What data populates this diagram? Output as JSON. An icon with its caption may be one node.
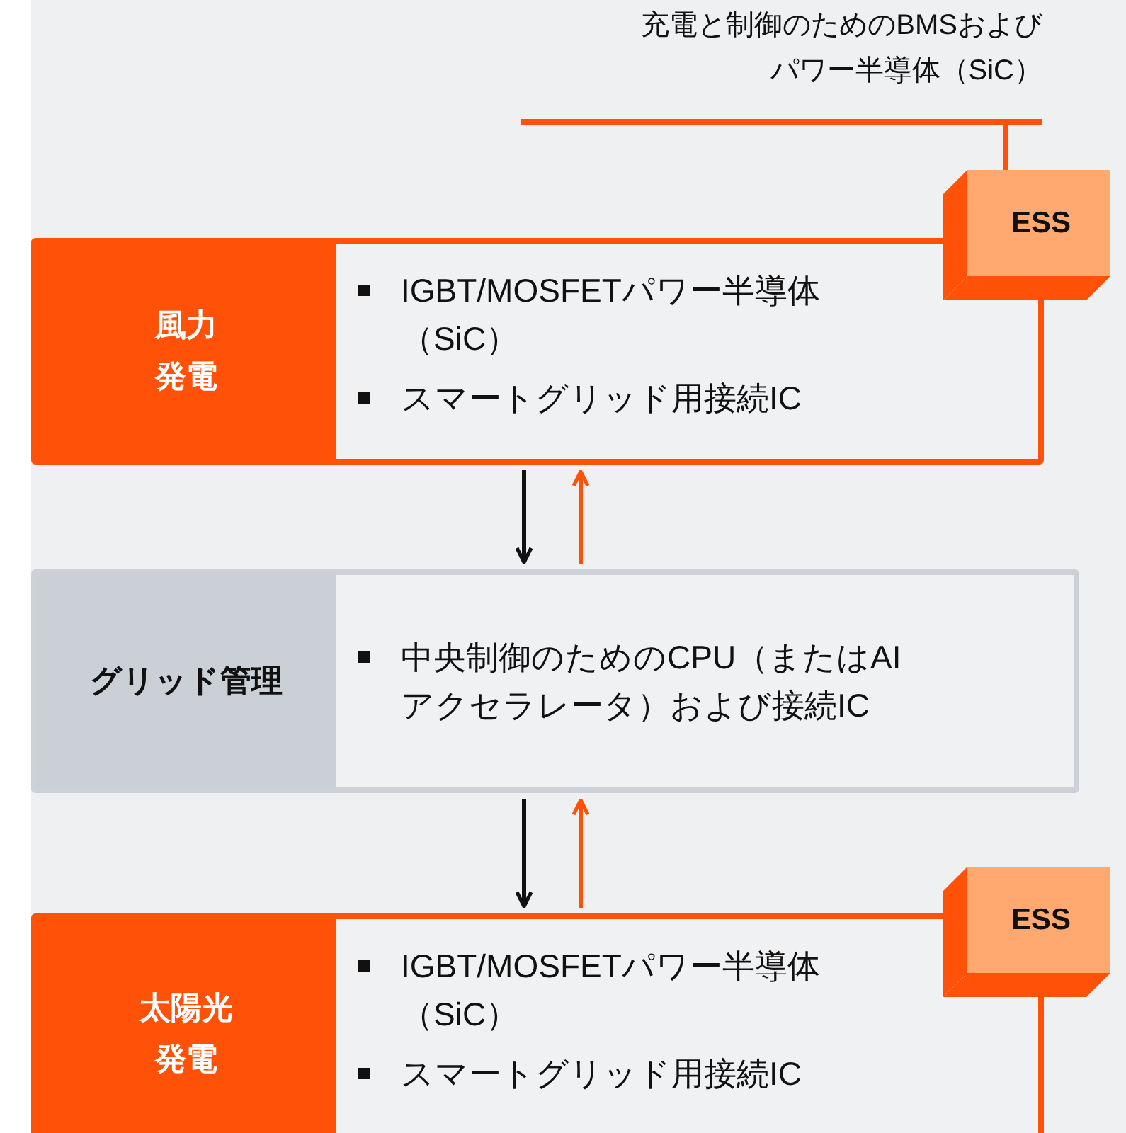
{
  "diagram": {
    "nodes": [
      {
        "text": [
          "充電と制御のためのBMSおよびパワー半導体（SiC）"
        ]
      },
      {
        "text": [
          "風力発電",
          "IGBT/MOSFETパワー半導体（SiC）",
          "スマートグリッド用接続IC"
        ]
      },
      {
        "text": [
          "ESS"
        ]
      },
      {
        "text": [
          "グリッド管理",
          "中央制御のためのCPU（またはAIアクセラレータ）および接続IC"
        ]
      },
      {
        "text": [
          "太陽光発電",
          "IGBT/MOSFETパワー半導体（SiC）",
          "スマートグリッド用接続IC"
        ]
      },
      {
        "text": [
          "ESS"
        ]
      }
    ],
    "edges": [
      {
        "from": 0,
        "to": 2,
        "arrow": "none",
        "color": "#ff5208"
      },
      {
        "from": 1,
        "to": 3,
        "arrow": "to",
        "color": "#111111"
      },
      {
        "from": 3,
        "to": 1,
        "arrow": "to",
        "color": "#ff5208"
      },
      {
        "from": 3,
        "to": 4,
        "arrow": "to",
        "color": "#111111"
      },
      {
        "from": 4,
        "to": 3,
        "arrow": "to",
        "color": "#ff5208"
      }
    ]
  }
}
